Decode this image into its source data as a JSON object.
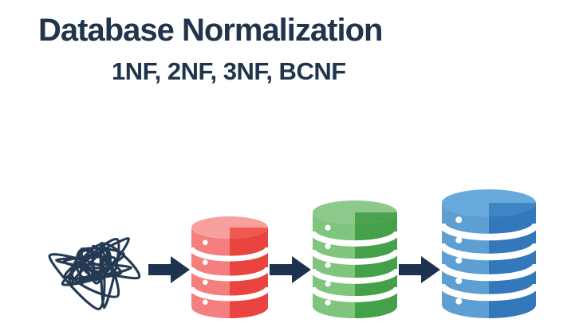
{
  "header": {
    "title": "Database Normalization",
    "subtitle": "1NF, 2NF, 3NF, BCNF",
    "text_color": "#20344b"
  },
  "diagram": {
    "background": "#ffffff",
    "arrow_color": "#1d324e",
    "arrow_count": 3,
    "tangle": {
      "icon": "tangled-scribble-icon",
      "stroke": "#243a52"
    },
    "databases": [
      {
        "icon": "database-cylinder-icon",
        "color_name": "red",
        "segments": 4,
        "width": 96,
        "height": 128,
        "top": "#f8a09e",
        "wedge": "#ee5a52",
        "body_light": "#f57f7e",
        "body_dark": "#e9443f"
      },
      {
        "icon": "database-cylinder-icon",
        "color_name": "green",
        "segments": 5,
        "width": 106,
        "height": 148,
        "top": "#8cc98a",
        "wedge": "#4da251",
        "body_light": "#7ec57d",
        "body_dark": "#45a04a"
      },
      {
        "icon": "database-cylinder-icon",
        "color_name": "blue",
        "segments": 5,
        "width": 118,
        "height": 162,
        "top": "#66aadb",
        "wedge": "#3d86c4",
        "body_light": "#5d9fd3",
        "body_dark": "#3378bb"
      }
    ]
  }
}
